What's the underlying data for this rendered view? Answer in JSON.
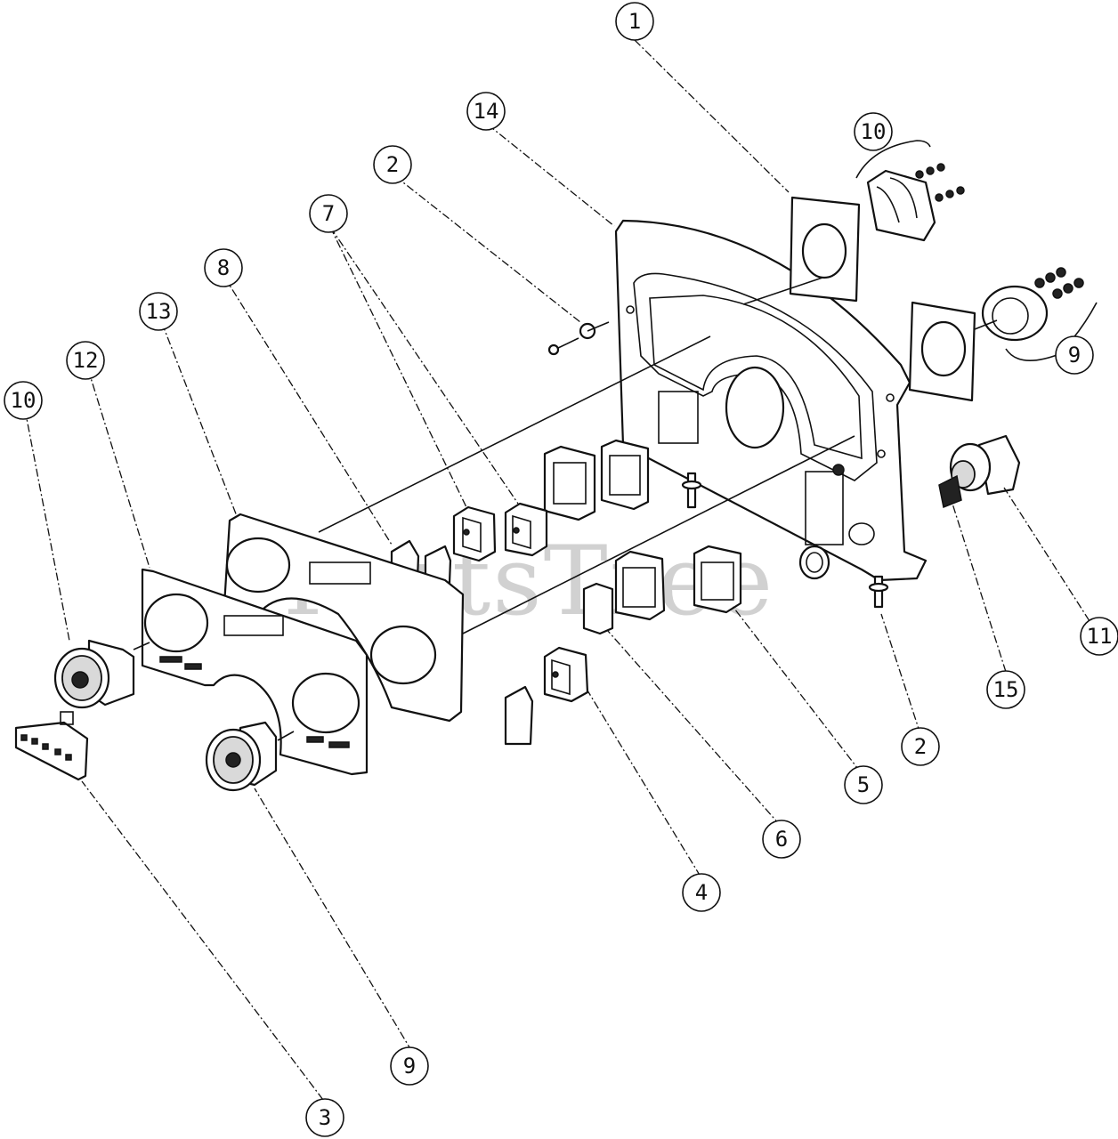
{
  "watermark": "PartsTree",
  "callouts": [
    {
      "id": "c-1",
      "label": "1"
    },
    {
      "id": "c-14",
      "label": "14"
    },
    {
      "id": "c-10a",
      "label": "10"
    },
    {
      "id": "c-2a",
      "label": "2"
    },
    {
      "id": "c-7",
      "label": "7"
    },
    {
      "id": "c-8",
      "label": "8"
    },
    {
      "id": "c-13",
      "label": "13"
    },
    {
      "id": "c-12",
      "label": "12"
    },
    {
      "id": "c-10b",
      "label": "10"
    },
    {
      "id": "c-9a",
      "label": "9"
    },
    {
      "id": "c-11",
      "label": "11"
    },
    {
      "id": "c-15",
      "label": "15"
    },
    {
      "id": "c-2b",
      "label": "2"
    },
    {
      "id": "c-5",
      "label": "5"
    },
    {
      "id": "c-6",
      "label": "6"
    },
    {
      "id": "c-4",
      "label": "4"
    },
    {
      "id": "c-9b",
      "label": "9"
    },
    {
      "id": "c-3",
      "label": "3"
    }
  ]
}
